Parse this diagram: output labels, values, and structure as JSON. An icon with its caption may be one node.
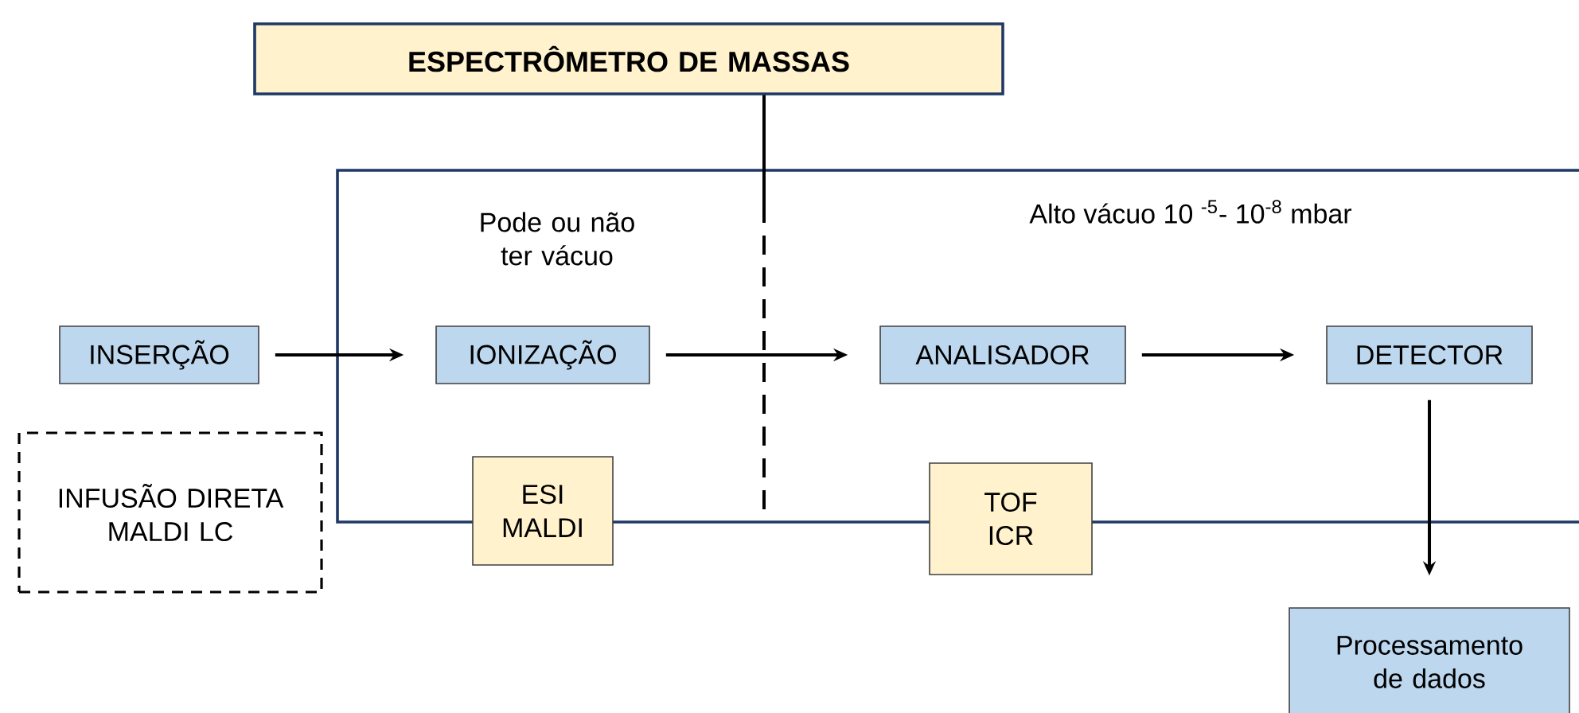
{
  "diagram": {
    "nodes": [
      {
        "text": [
          "ESPECTRÔMETRO DE MASSAS"
        ]
      },
      {
        "text": [
          "INSERÇÃO"
        ]
      },
      {
        "text": [
          "IONIZAÇÃO"
        ]
      },
      {
        "text": [
          "ANALISADOR"
        ]
      },
      {
        "text": [
          "DETECTOR"
        ]
      },
      {
        "text": [
          "INFUSÃO DIRETA MALDI LC"
        ]
      },
      {
        "text": [
          "ESI MALDI"
        ]
      },
      {
        "text": [
          "TOF ICR"
        ]
      },
      {
        "text": [
          "Processamento de dados"
        ]
      }
    ],
    "edges": [
      {
        "from": 1,
        "to": 2,
        "arrow": "to"
      },
      {
        "from": 2,
        "to": 3,
        "arrow": "to"
      },
      {
        "from": 3,
        "to": 4,
        "arrow": "to"
      },
      {
        "from": 4,
        "to": 8,
        "arrow": "to"
      }
    ],
    "labels": [
      "Pode ou não ter vácuo",
      "Alto vácuo 10 $^{-5}$- 10$^{-8}$ mbar"
    ]
  }
}
